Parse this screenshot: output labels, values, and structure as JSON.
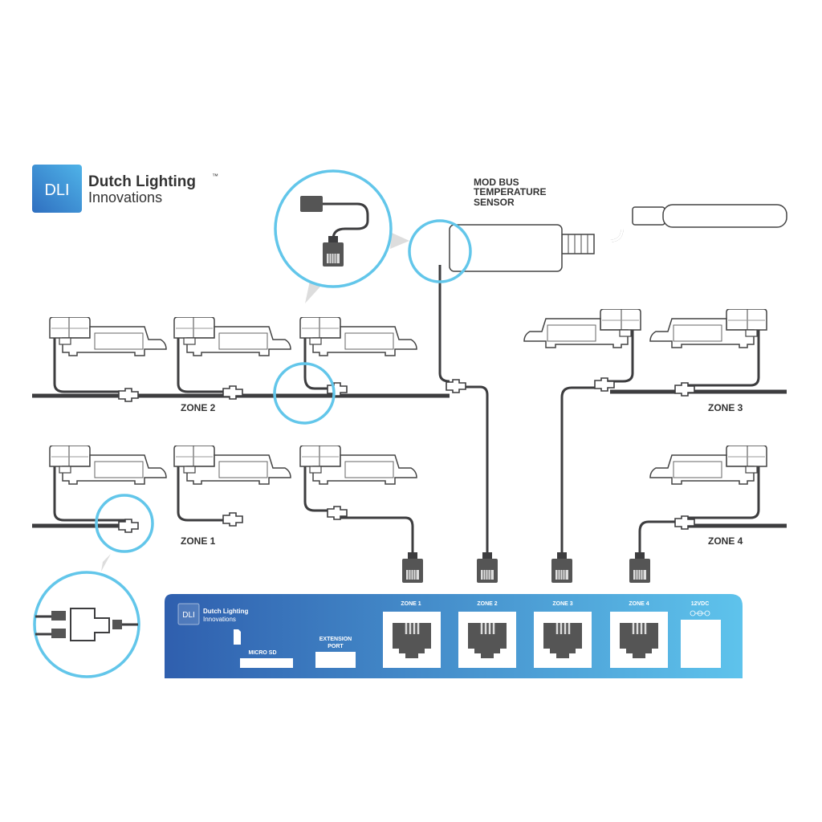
{
  "brand": {
    "name": "Dutch Lighting",
    "tm": "™",
    "sub": "Innovations",
    "mark": "DLI",
    "color_dark": "#2f5fae",
    "color_light": "#5ec3ec"
  },
  "sensor": {
    "title_lines": [
      "MOD BUS",
      "TEMPERATURE",
      "SENSOR"
    ]
  },
  "zones": {
    "z1": "ZONE 1",
    "z2": "ZONE 2",
    "z3": "ZONE 3",
    "z4": "ZONE 4"
  },
  "controller": {
    "brand_name": "Dutch Lighting",
    "brand_sub": "Innovations",
    "mark": "DLI",
    "micro_sd": "MICRO SD",
    "extension_line1": "EXTENSION",
    "extension_line2": "PORT",
    "ports": [
      "ZONE 1",
      "ZONE 2",
      "ZONE 3",
      "ZONE 4"
    ],
    "power": "12VDC"
  },
  "colors": {
    "accent": "#62c6ea",
    "cable": "#3d3d3f"
  }
}
